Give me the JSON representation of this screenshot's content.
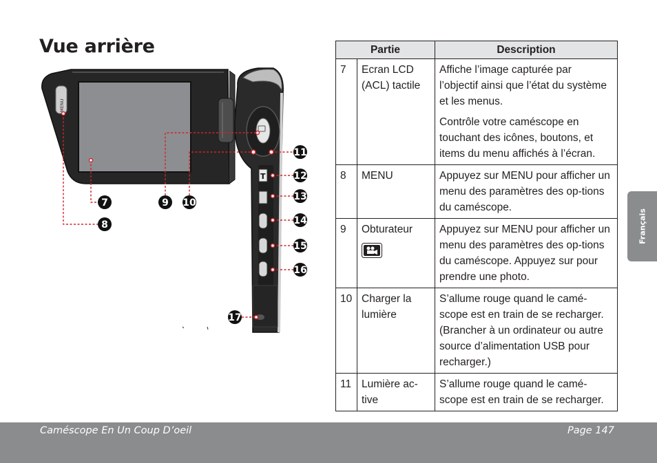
{
  "page_title": "Vue arrière",
  "side_tab": "Français",
  "device": {
    "menu_button_label": "MENU",
    "t_label": "T"
  },
  "callouts": [
    "7",
    "8",
    "9",
    "10",
    "11",
    "12",
    "13",
    "14",
    "15",
    "16",
    "17"
  ],
  "table": {
    "headers": [
      "Partie",
      "Description"
    ],
    "rows": [
      {
        "num": "7",
        "part": "Ecran LCD (ACL) tactile",
        "description": [
          "Affiche l’image capturée par l’objectif ainsi que l’état du système et les menus.",
          "Contrôle votre caméscope en touchant des icônes, boutons, et items du menu affichés à l’écran."
        ]
      },
      {
        "num": "8",
        "part": "MENU",
        "description": [
          "Appuyez sur MENU pour afficher un menu des paramètres des op-tions du caméscope."
        ]
      },
      {
        "num": "9",
        "part": "Obturateur",
        "icon": "video-camera-icon",
        "description": [
          "Appuyez sur MENU pour afficher un menu des paramètres des op-tions du caméscope. Appuyez sur pour prendre une photo."
        ]
      },
      {
        "num": "10",
        "part": "Charger la lumière",
        "description": [
          "S’allume rouge quand le camé-scope est en train de se recharger. (Brancher à un ordinateur ou autre source d’alimentation USB pour recharger.)"
        ]
      },
      {
        "num": "11",
        "part": "Lumière ac-tive",
        "description": [
          "S’allume rouge quand le camé-scope est en train de se recharger."
        ]
      }
    ]
  },
  "footer": {
    "doc_title": "Caméscope En Un Coup D’oeil",
    "page": "Page 147"
  },
  "colors": {
    "callout_red": "#d2232a",
    "footer_gray": "#8a8c8e",
    "header_gray": "#e3e4e5",
    "screen_gray": "#8d8e91"
  }
}
